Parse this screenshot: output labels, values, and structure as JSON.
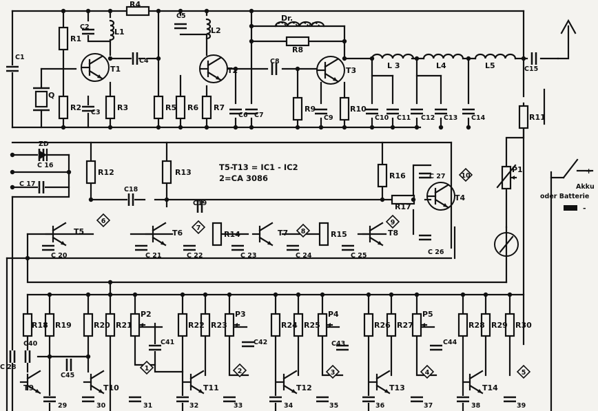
{
  "note": {
    "line1": "T5-T13 = IC1 - IC2",
    "line2": "2=CA 3086"
  },
  "battery": {
    "line1": "Akku",
    "line2": "oder Batterie",
    "plus": "+",
    "minus": "-"
  },
  "resistors": [
    {
      "name": "r1",
      "label": "R1"
    },
    {
      "name": "r2",
      "label": "R2"
    },
    {
      "name": "r3",
      "label": "R3"
    },
    {
      "name": "r4",
      "label": "R4"
    },
    {
      "name": "r5",
      "label": "R5"
    },
    {
      "name": "r6",
      "label": "R6"
    },
    {
      "name": "r7",
      "label": "R7"
    },
    {
      "name": "r8",
      "label": "R8"
    },
    {
      "name": "r9",
      "label": "R9"
    },
    {
      "name": "r10",
      "label": "R10"
    },
    {
      "name": "r11",
      "label": "R11"
    },
    {
      "name": "r12",
      "label": "R12"
    },
    {
      "name": "r13",
      "label": "R13"
    },
    {
      "name": "r14",
      "label": "R14"
    },
    {
      "name": "r15",
      "label": "R15"
    },
    {
      "name": "r16",
      "label": "R16"
    },
    {
      "name": "r17",
      "label": "R17"
    },
    {
      "name": "r18",
      "label": "R18"
    },
    {
      "name": "r19",
      "label": "R19"
    },
    {
      "name": "r20",
      "label": "R20"
    },
    {
      "name": "r21",
      "label": "R21"
    },
    {
      "name": "r22",
      "label": "R22"
    },
    {
      "name": "r23",
      "label": "R23"
    },
    {
      "name": "r24",
      "label": "R24"
    },
    {
      "name": "r25",
      "label": "R25"
    },
    {
      "name": "r26",
      "label": "R26"
    },
    {
      "name": "r27",
      "label": "R27"
    },
    {
      "name": "r28",
      "label": "R28"
    },
    {
      "name": "r29",
      "label": "R29"
    },
    {
      "name": "r30",
      "label": "R30"
    }
  ],
  "capacitors": [
    {
      "name": "c1",
      "label": "C1"
    },
    {
      "name": "c2",
      "label": "C2"
    },
    {
      "name": "c3",
      "label": "C3"
    },
    {
      "name": "c4",
      "label": "C4"
    },
    {
      "name": "c5",
      "label": "C5"
    },
    {
      "name": "c6",
      "label": "C6"
    },
    {
      "name": "c7",
      "label": "C7"
    },
    {
      "name": "c8",
      "label": "C8"
    },
    {
      "name": "c9",
      "label": "C9"
    },
    {
      "name": "c10",
      "label": "C10"
    },
    {
      "name": "c11",
      "label": "C11"
    },
    {
      "name": "c12",
      "label": "C12"
    },
    {
      "name": "c13",
      "label": "C13"
    },
    {
      "name": "c14",
      "label": "C14"
    },
    {
      "name": "c15",
      "label": "C15"
    },
    {
      "name": "c16",
      "label": "C 16"
    },
    {
      "name": "c17",
      "label": "C 17"
    },
    {
      "name": "c18",
      "label": "C18"
    },
    {
      "name": "c19",
      "label": "C19"
    },
    {
      "name": "c20",
      "label": "C 20"
    },
    {
      "name": "c21",
      "label": "C 21"
    },
    {
      "name": "c22",
      "label": "C 22"
    },
    {
      "name": "c23",
      "label": "C 23"
    },
    {
      "name": "c24",
      "label": "C 24"
    },
    {
      "name": "c25",
      "label": "C 25"
    },
    {
      "name": "c26",
      "label": "C 26"
    },
    {
      "name": "c27",
      "label": "C 27"
    },
    {
      "name": "c28",
      "label": "C 28"
    },
    {
      "name": "c29",
      "label": "29"
    },
    {
      "name": "c30",
      "label": "30"
    },
    {
      "name": "c31",
      "label": "31"
    },
    {
      "name": "c32",
      "label": "32"
    },
    {
      "name": "c33",
      "label": "33"
    },
    {
      "name": "c34",
      "label": "34"
    },
    {
      "name": "c35",
      "label": "35"
    },
    {
      "name": "c36",
      "label": "36"
    },
    {
      "name": "c37",
      "label": "37"
    },
    {
      "name": "c38",
      "label": "38"
    },
    {
      "name": "c39",
      "label": "39"
    },
    {
      "name": "c40",
      "label": "C40"
    },
    {
      "name": "c41",
      "label": "C41"
    },
    {
      "name": "c42",
      "label": "C42"
    },
    {
      "name": "c43",
      "label": "C43"
    },
    {
      "name": "c44",
      "label": "C44"
    },
    {
      "name": "c45",
      "label": "C45"
    }
  ],
  "inductors": [
    {
      "name": "l1",
      "label": "L1"
    },
    {
      "name": "l2",
      "label": "L2"
    },
    {
      "name": "l3",
      "label": "L 3"
    },
    {
      "name": "l4",
      "label": "L4"
    },
    {
      "name": "l5",
      "label": "L5"
    },
    {
      "name": "dr",
      "label": "Dr."
    }
  ],
  "transistors": [
    {
      "name": "t1",
      "label": "T1"
    },
    {
      "name": "t2",
      "label": "T2"
    },
    {
      "name": "t3",
      "label": "T3"
    },
    {
      "name": "t4",
      "label": "T4"
    },
    {
      "name": "t5",
      "label": "T5"
    },
    {
      "name": "t6",
      "label": "T6"
    },
    {
      "name": "t7",
      "label": "T7"
    },
    {
      "name": "t8",
      "label": "T8"
    },
    {
      "name": "t9",
      "label": "T9"
    },
    {
      "name": "t10",
      "label": "T10"
    },
    {
      "name": "t11",
      "label": "T11"
    },
    {
      "name": "t12",
      "label": "T12"
    },
    {
      "name": "t13",
      "label": "T13"
    },
    {
      "name": "t14",
      "label": "T14"
    }
  ],
  "pots": [
    {
      "name": "p1",
      "label": "P1"
    },
    {
      "name": "p2",
      "label": "P2"
    },
    {
      "name": "p3",
      "label": "P3"
    },
    {
      "name": "p4",
      "label": "P4"
    },
    {
      "name": "p5",
      "label": "P5"
    }
  ],
  "misc": {
    "crystal": "Q",
    "zener": "ZD"
  },
  "markers": [
    "1",
    "2",
    "3",
    "4",
    "5",
    "6",
    "7",
    "8",
    "9",
    "10"
  ]
}
